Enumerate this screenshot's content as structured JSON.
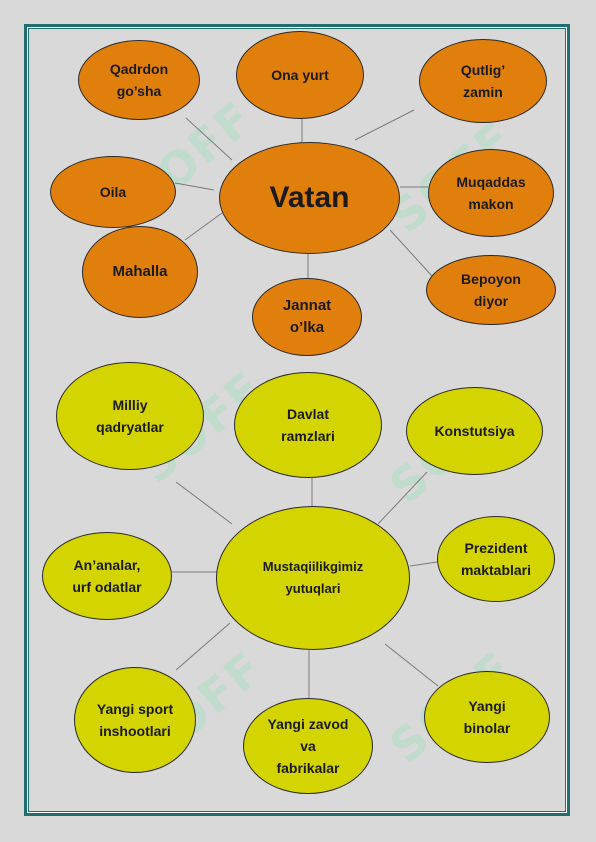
{
  "colors": {
    "orange": "#e07f0c",
    "yellow": "#d4d400",
    "border": "#1f6f72",
    "line": "#7a7a7a"
  },
  "watermark": {
    "text": "SOFF"
  },
  "top_diagram": {
    "center": "Vatan",
    "nodes": {
      "qadrdon": "Qadrdon\ngo’sha",
      "ona_yurt": "Ona yurt",
      "qutlig": "Qutlig’\nzamin",
      "oila": "Oila",
      "muqaddas": "Muqaddas\nmakon",
      "mahalla": "Mahalla",
      "jannat": "Jannat\no’lka",
      "bepoyon": "Bepoyon\ndiyor"
    }
  },
  "bottom_diagram": {
    "center": "Mustaqiilikgimiz\nyutuqlari",
    "nodes": {
      "milliy": "Milliy\nqadryatlar",
      "davlat": "Davlat\nramzlari",
      "konstitutsiya": "Konstutsiya",
      "ananalar": "An’analar,\nurf odatlar",
      "prezident": "Prezident\nmaktablari",
      "sport": "Yangi sport\ninshootlari",
      "zavod": "Yangi zavod\nva\nfabrikalar",
      "binolar": "Yangi\nbinolar"
    }
  }
}
